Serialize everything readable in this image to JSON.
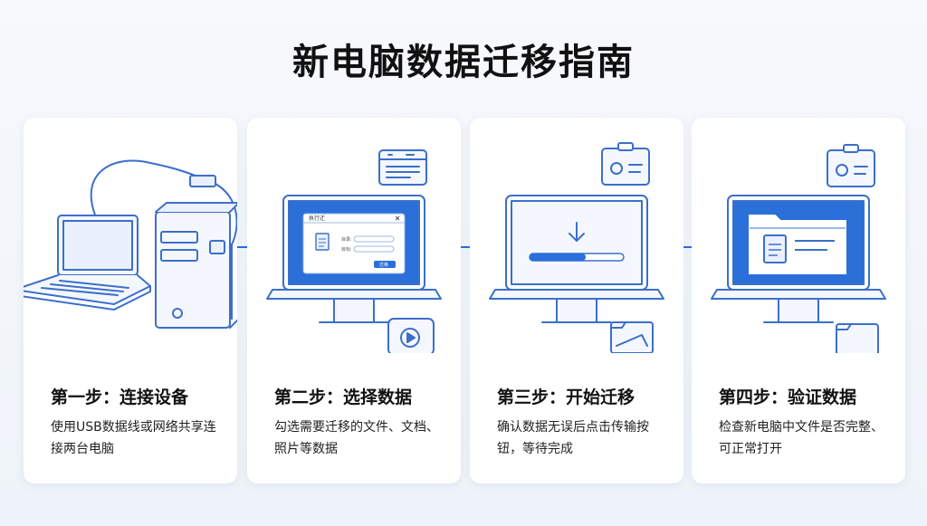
{
  "title": "新电脑数据迁移指南",
  "steps": [
    {
      "title": "第一步：连接设备",
      "desc": "使用USB数据线或网络共享连接两台电脑"
    },
    {
      "title": "第二步：选择数据",
      "desc": "勾选需要迁移的文件、文档、照片等数据"
    },
    {
      "title": "第三步：开始迁移",
      "desc": "确认数据无误后点击传输按钮，等待完成"
    },
    {
      "title": "第四步：验证数据",
      "desc": "检查新电脑中文件是否完整、可正常打开"
    }
  ],
  "dialog": {
    "title": "执行迁",
    "field1": "目录:",
    "field2": "目标:",
    "button": "迁移"
  },
  "colors": {
    "accent": "#2a6fdb",
    "stroke": "#3c6fcb",
    "screen": "#2b6fd8",
    "light": "#eaf1fc",
    "text": "#111111"
  }
}
